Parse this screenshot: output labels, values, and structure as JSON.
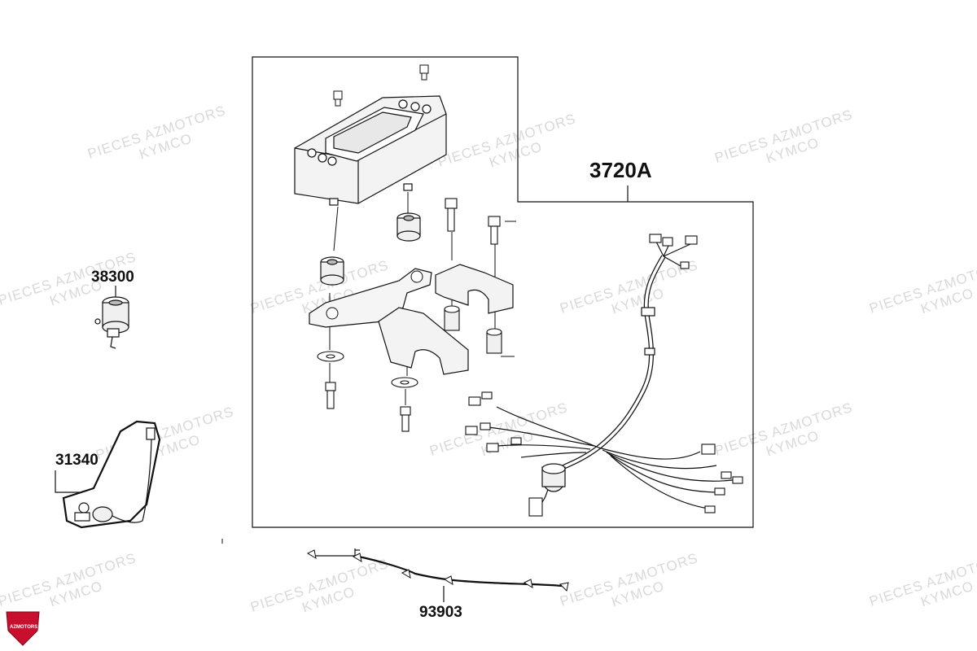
{
  "labels": {
    "dashboard_assembly": "3720A",
    "switch": "38300",
    "bracket": "31340",
    "wire": "93903"
  },
  "watermark": {
    "line1": "PIECES AZMOTORS",
    "line2": "KYMCO"
  },
  "logo": {
    "text": "AZMOTORS",
    "color": "#c8102e"
  }
}
